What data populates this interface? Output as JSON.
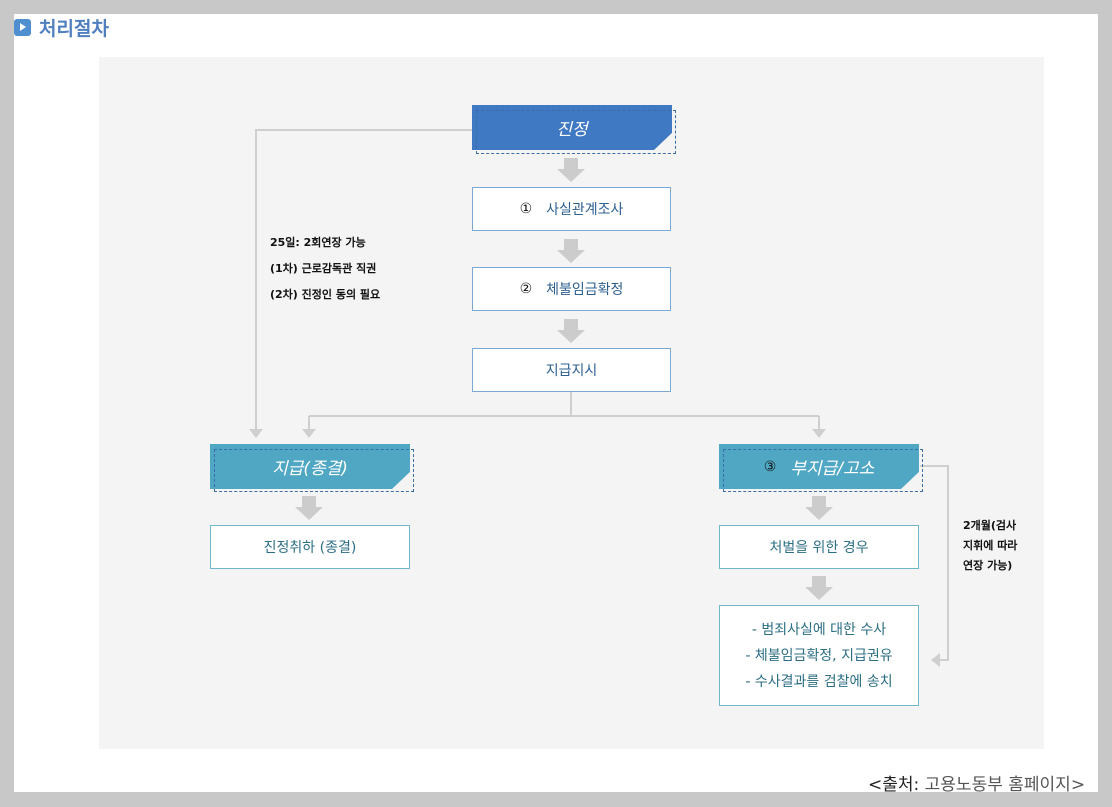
{
  "header": {
    "title": "처리절차"
  },
  "diagram": {
    "start": "진정",
    "step1": {
      "num": "①",
      "label": "사실관계조사"
    },
    "step2": {
      "num": "②",
      "label": "체불임금확정"
    },
    "order": "지급지시",
    "paid": {
      "label": "지급(종결)"
    },
    "paid_result": "진정취하 (종결)",
    "unpaid": {
      "num": "③",
      "label": "부지급/고소"
    },
    "punish": "처벌을 위한 경우",
    "investigation": [
      "- 범죄사실에 대한 수사",
      "- 체불임금확정, 지급권유",
      "- 수사결과를 검찰에 송치"
    ],
    "note_left": [
      "25일: 2회연장 가능",
      "(1차) 근로감독관 직권",
      "(2차) 진정인 동의 필요"
    ],
    "note_right": [
      "2개월(검사",
      "지휘에 따라",
      "연장 가능)"
    ]
  },
  "source": {
    "prefix": "<출처: ",
    "name": "고용노동부 홈페이지>"
  },
  "colors": {
    "banner_blue": "#3f78c3",
    "banner_teal": "#4fa7c4",
    "arrow": "#cccccc",
    "panel": "#f4f4f4"
  }
}
